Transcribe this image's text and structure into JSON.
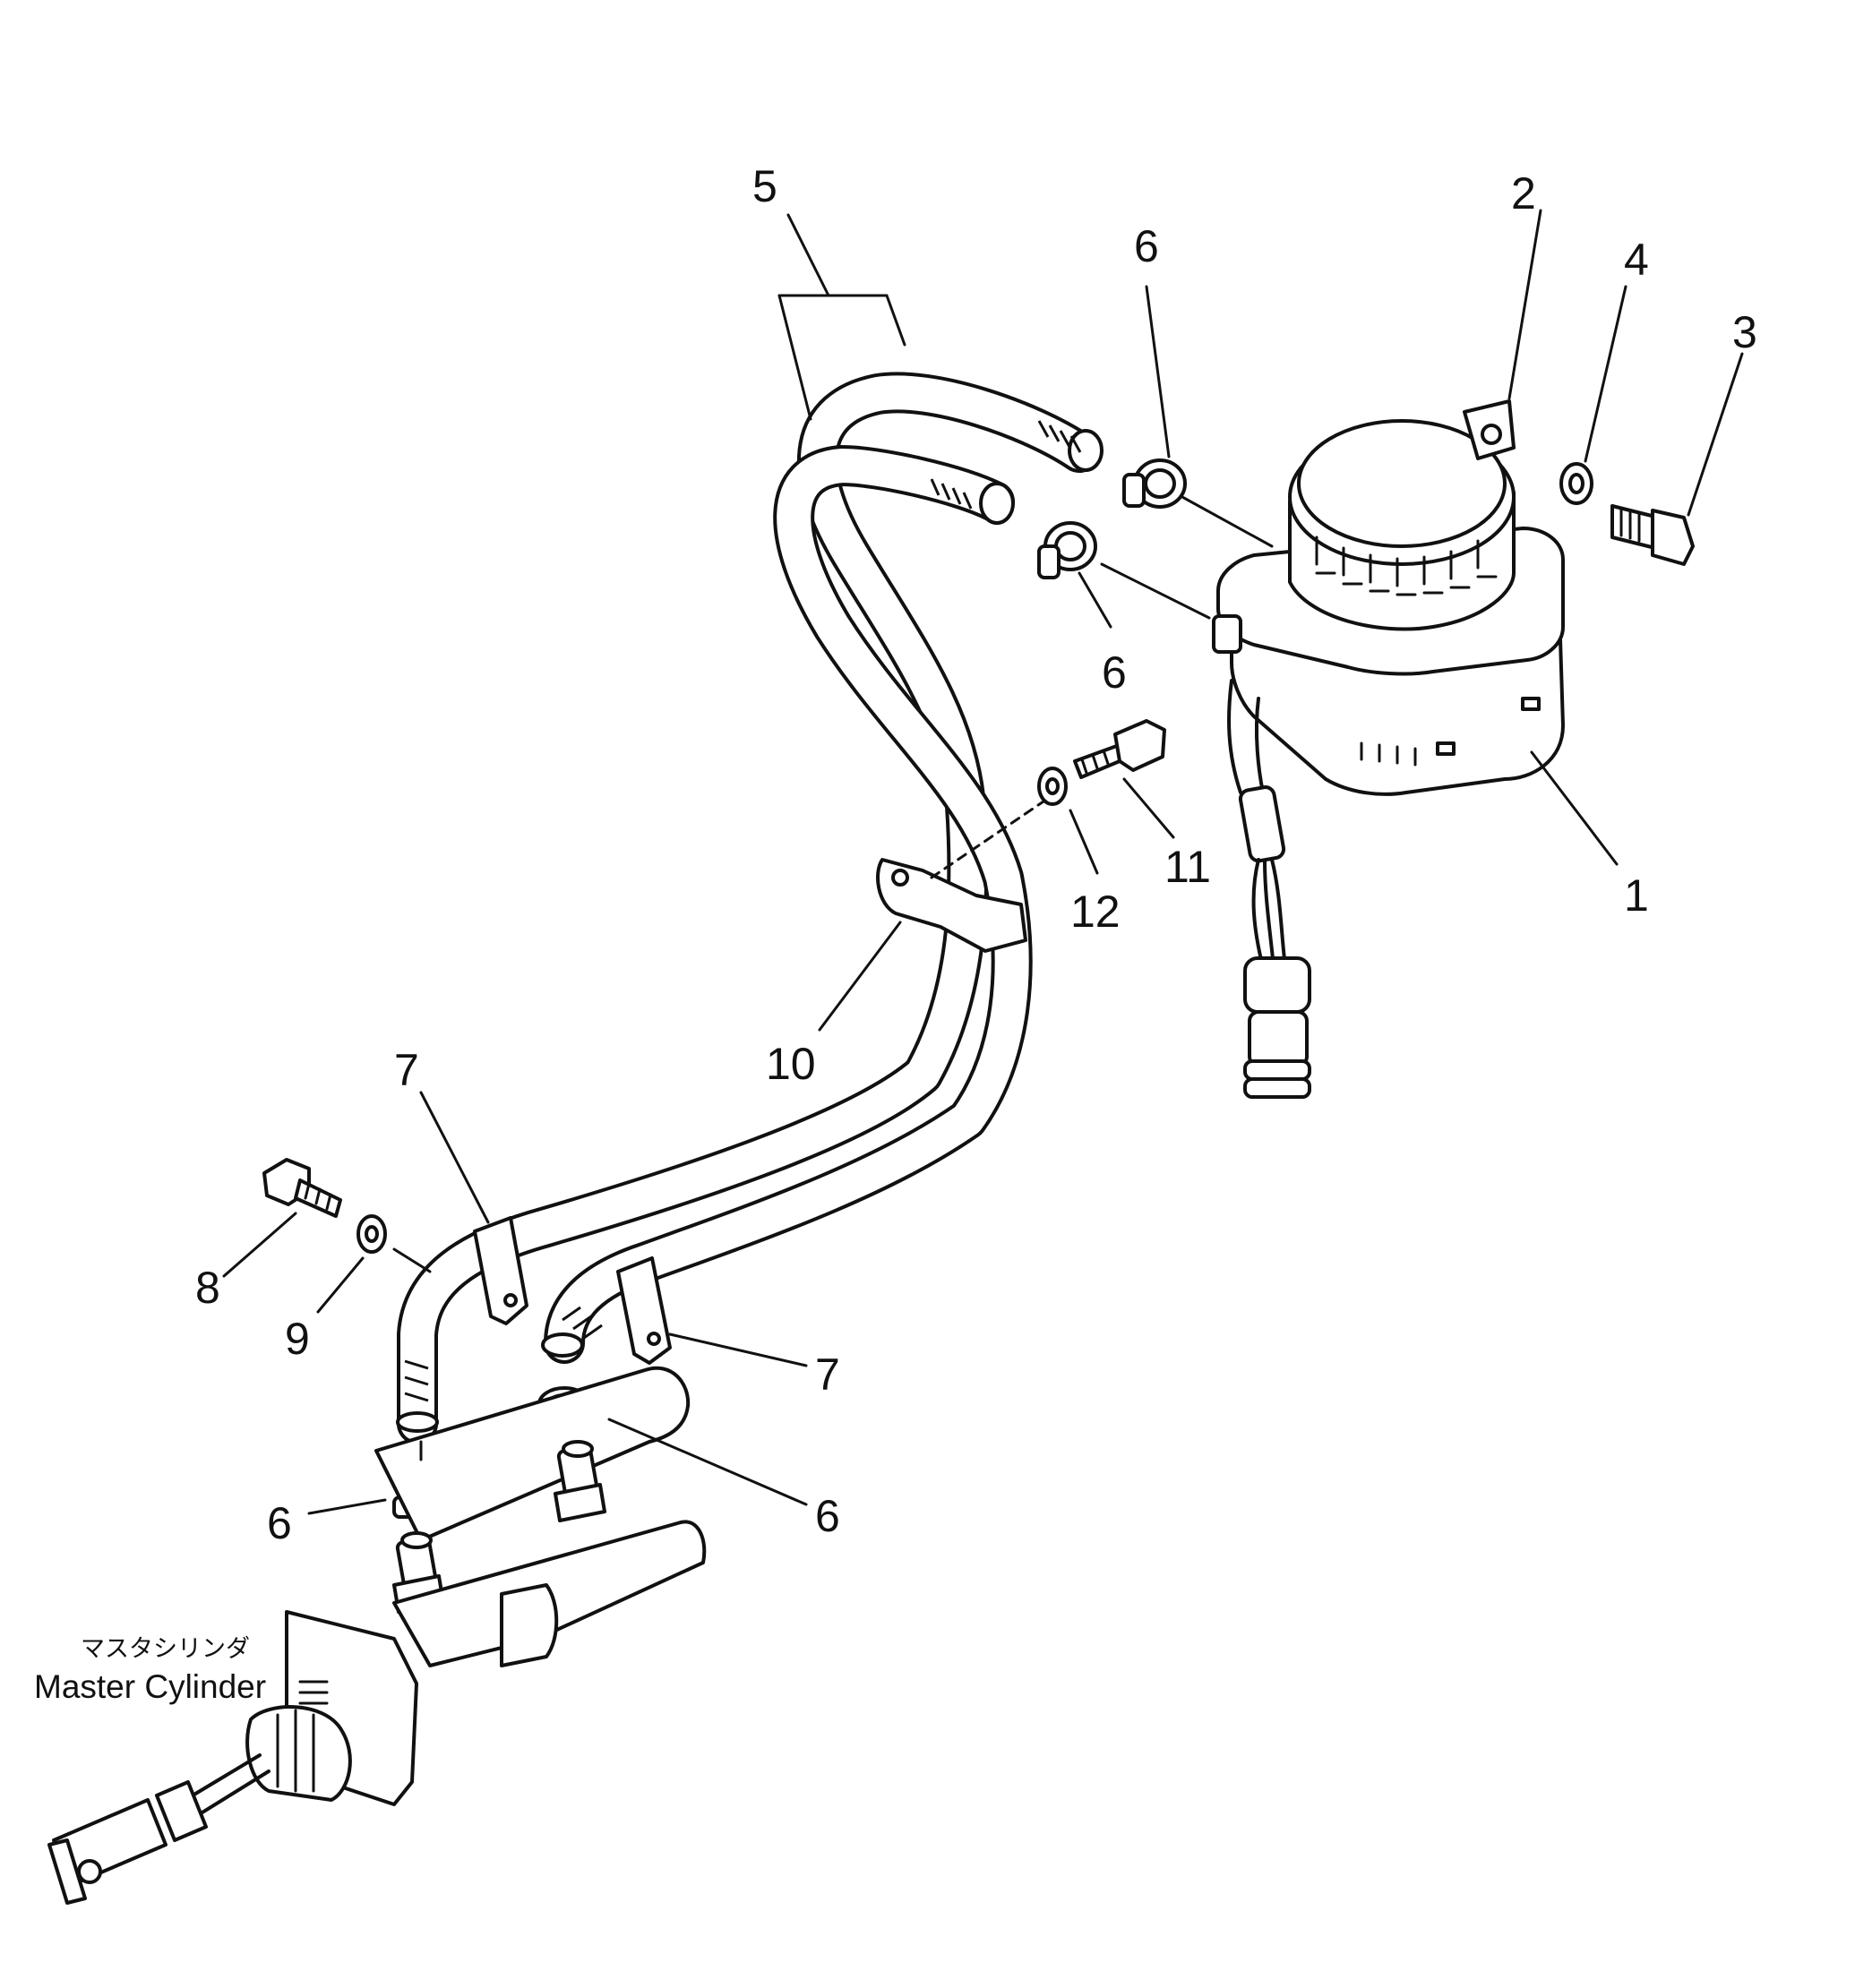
{
  "callouts": [
    {
      "id": "c1",
      "text": "1"
    },
    {
      "id": "c2",
      "text": "2"
    },
    {
      "id": "c3",
      "text": "3"
    },
    {
      "id": "c4",
      "text": "4"
    },
    {
      "id": "c5",
      "text": "5"
    },
    {
      "id": "c6a",
      "text": "6"
    },
    {
      "id": "c6b",
      "text": "6"
    },
    {
      "id": "c6c",
      "text": "6"
    },
    {
      "id": "c6d",
      "text": "6"
    },
    {
      "id": "c7a",
      "text": "7"
    },
    {
      "id": "c7b",
      "text": "7"
    },
    {
      "id": "c8",
      "text": "8"
    },
    {
      "id": "c9",
      "text": "9"
    },
    {
      "id": "c10",
      "text": "10"
    },
    {
      "id": "c11",
      "text": "11"
    },
    {
      "id": "c12",
      "text": "12"
    }
  ],
  "master_cylinder": {
    "label_jp": "マスタシリンダ",
    "label_en": "Master Cylinder"
  }
}
